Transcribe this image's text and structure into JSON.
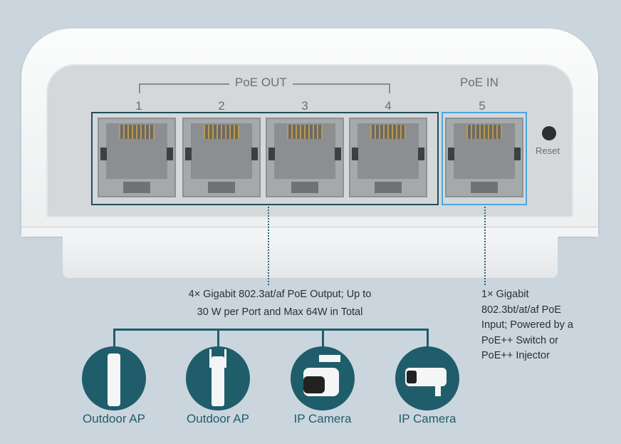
{
  "device": {
    "poe_out_label": "PoE OUT",
    "poe_in_label": "PoE IN",
    "port_numbers": [
      "1",
      "2",
      "3",
      "4",
      "5"
    ],
    "reset_label": "Reset"
  },
  "descriptions": {
    "output_line1": "4× Gigabit 802.3at/af PoE Output; Up to",
    "output_line2": "30 W per Port and Max 64W in Total",
    "input_lines": [
      "1× Gigabit",
      "802.3bt/at/af PoE",
      "Input; Powered by a",
      "PoE++ Switch or",
      "PoE++ Injector"
    ]
  },
  "devices": [
    {
      "label": "Outdoor AP",
      "icon": "outdoor-ap-icon"
    },
    {
      "label": "Outdoor AP",
      "icon": "outdoor-ap-antenna-icon"
    },
    {
      "label": "IP Camera",
      "icon": "pan-tilt-camera-icon"
    },
    {
      "label": "IP Camera",
      "icon": "bullet-camera-icon"
    }
  ],
  "colors": {
    "teal": "#1f5d6b",
    "poe_in_highlight": "#4aa6df",
    "background": "#cbd5de"
  }
}
